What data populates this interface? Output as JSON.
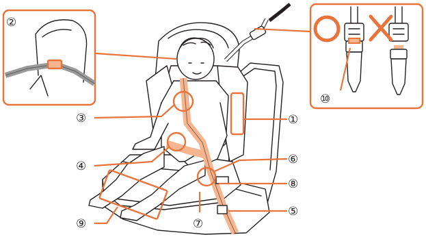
{
  "colors": {
    "accent": "#e8743b",
    "belt": "#f6b58f",
    "line": "#231f20",
    "gray": "#9a9a9a"
  },
  "callouts": {
    "c1": "①",
    "c2": "②",
    "c3": "③",
    "c4": "④",
    "c5": "⑤",
    "c6": "⑥",
    "c7": "⑦",
    "c8": "⑧",
    "c9": "⑨",
    "c10": "⑩"
  },
  "icons": {
    "correct": "circle-ok-icon",
    "wrong": "cross-ng-icon"
  }
}
